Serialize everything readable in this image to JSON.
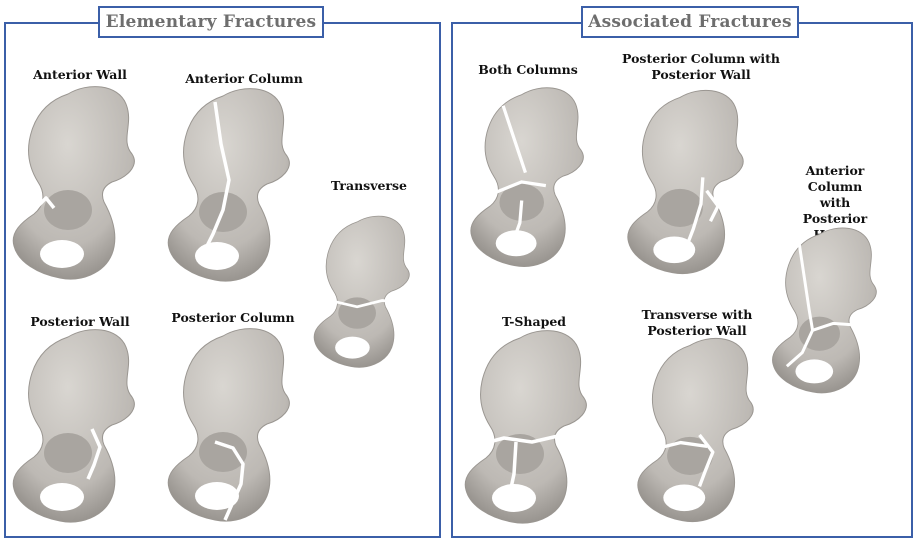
{
  "panels": {
    "elementary": {
      "title": "Elementary Fractures",
      "items": [
        {
          "label": "Anterior Wall",
          "fracture": "anterior-wall"
        },
        {
          "label": "Anterior Column",
          "fracture": "anterior-column"
        },
        {
          "label": "Transverse",
          "fracture": "transverse"
        },
        {
          "label": "Posterior Wall",
          "fracture": "posterior-wall"
        },
        {
          "label": "Posterior Column",
          "fracture": "posterior-column"
        }
      ]
    },
    "associated": {
      "title": "Associated Fractures",
      "items": [
        {
          "label": "Both Columns",
          "fracture": "both-columns"
        },
        {
          "label": "Posterior Column with\nPosterior Wall",
          "fracture": "posterior-column-posterior-wall"
        },
        {
          "label": "Anterior Column\nwith Posterior\nHemi-transverse",
          "fracture": "anterior-column-posterior-hemi-transverse"
        },
        {
          "label": "T-Shaped",
          "fracture": "t-shaped"
        },
        {
          "label": "Transverse with\nPosterior Wall",
          "fracture": "transverse-posterior-wall"
        }
      ]
    }
  },
  "colors": {
    "panel_border": "#3b5fa8",
    "title_text": "#6e6e6e",
    "bone_light": "#d9d6d1",
    "bone_dark": "#8f8b86",
    "fracture_line": "#ffffff"
  }
}
